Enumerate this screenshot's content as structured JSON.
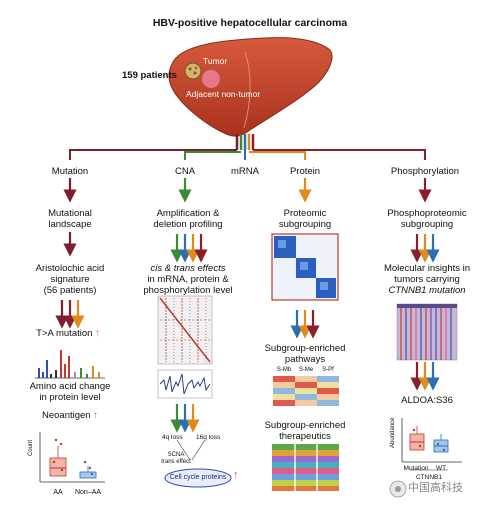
{
  "title": "HBV-positive hepatocellular carcinoma",
  "patients": "159 patients",
  "tumor_label": "Tumor",
  "adjacent_label": "Adjacent non-tumor",
  "branches": [
    "Mutation",
    "CNA",
    "mRNA",
    "Protein",
    "Phosphorylation"
  ],
  "mutation": {
    "landscape": [
      "Mutational",
      "landscape"
    ],
    "aristolochic": [
      "Aristolochic acid",
      "signature",
      "(56 patients)"
    ],
    "ta_mutation": "T>A mutation",
    "amino_acid": [
      "Amino acid change",
      "in protein level"
    ],
    "neoantigen": "Neoantigen",
    "boxplot": {
      "ylabel": "Count",
      "categories": [
        "AA",
        "Non–AA"
      ]
    }
  },
  "cna": {
    "amplification": [
      "Amplification &",
      "deletion profiling"
    ],
    "cis_trans": [
      "cis & trans effects",
      "in mRNA, protein &",
      "phosphorylation level"
    ],
    "loss_4q": "4q loss",
    "loss_16q": "16q loss",
    "scna": [
      "SCNA",
      "trans effect"
    ],
    "cell_cycle": "Cell cycle proteins"
  },
  "protein": {
    "subgrouping": [
      "Proteomic",
      "subgrouping"
    ],
    "pathways": [
      "Subgroup-enriched",
      "pathways"
    ],
    "subgroups": [
      "S-Mb",
      "S-Me",
      "S-Pf"
    ],
    "therapeutics": [
      "Subgroup-enriched",
      "therapeutics"
    ]
  },
  "phospho": {
    "subgrouping": [
      "Phosphoproteomic",
      "subgrouping"
    ],
    "insights": [
      "Molecular insights in",
      "tumors carrying",
      "CTNNB1 mutation"
    ],
    "aldoa": "ALDOA:S36",
    "boxplot": {
      "ylabel": "Abundance",
      "categories": [
        "Mutation",
        "WT"
      ],
      "xlabel": "CTNNB1"
    }
  },
  "watermark": "中国高科技",
  "colors": {
    "mutation": "#7b1f2e",
    "cna": "#3a8a3a",
    "mrna": "#2a6fb0",
    "protein": "#e08a1e",
    "phospho": "#8c1d2b",
    "liver": "#c0432b"
  }
}
